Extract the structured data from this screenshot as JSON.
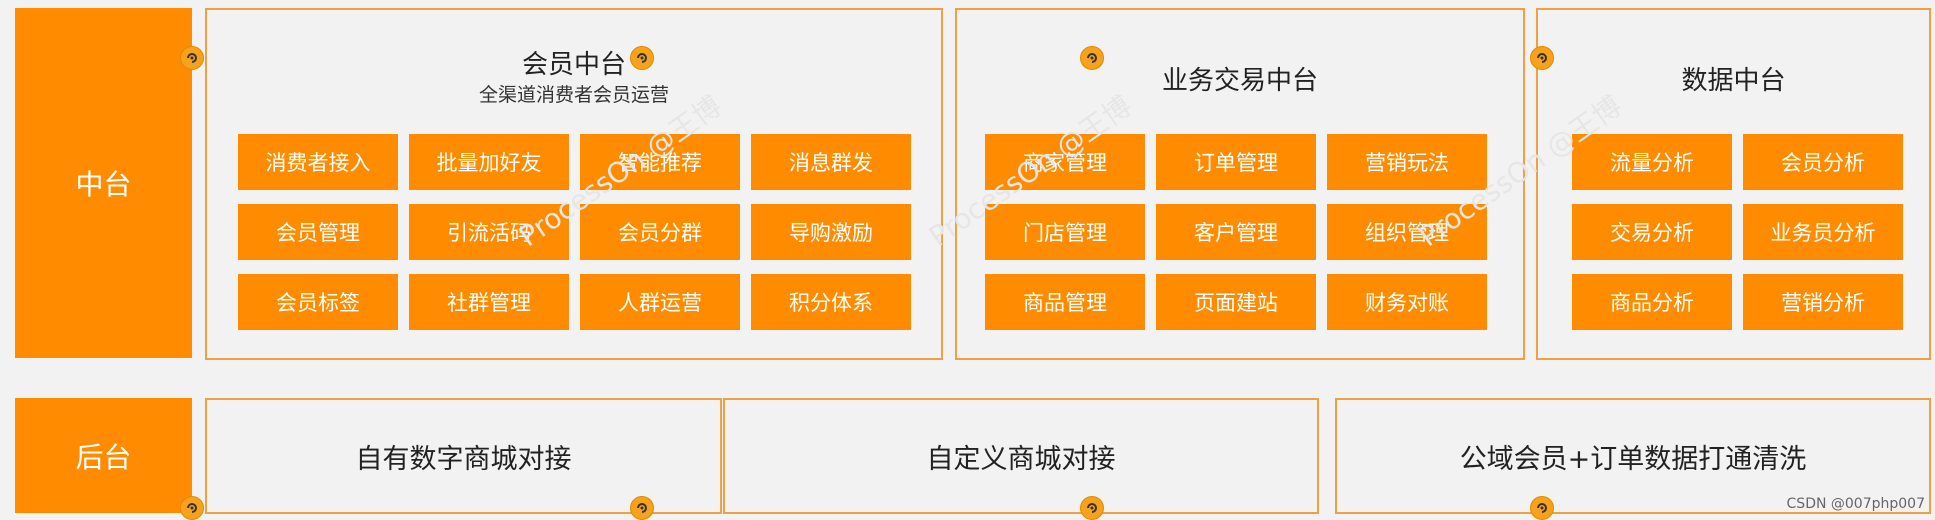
{
  "rows": {
    "middle": {
      "label": "中台"
    },
    "back": {
      "label": "后台"
    }
  },
  "panels": {
    "member": {
      "title": "会员中台",
      "subtitle": "全渠道消费者会员运营",
      "tiles": [
        "消费者接入",
        "批量加好友",
        "智能推荐",
        "消息群发",
        "会员管理",
        "引流活码",
        "会员分群",
        "导购激励",
        "会员标签",
        "社群管理",
        "人群运营",
        "积分体系"
      ]
    },
    "trade": {
      "title": "业务交易中台",
      "tiles": [
        "商家管理",
        "订单管理",
        "营销玩法",
        "门店管理",
        "客户管理",
        "组织管理",
        "商品管理",
        "页面建站",
        "财务对账"
      ]
    },
    "data": {
      "title": "数据中台",
      "tiles": [
        "流量分析",
        "会员分析",
        "交易分析",
        "业务员分析",
        "商品分析",
        "营销分析"
      ]
    }
  },
  "backend": {
    "mall_self": "自有数字商城对接",
    "mall_custom": "自定义商城对接",
    "public_cleanse": "公域会员+订单数据打通清洗"
  },
  "watermark_text": "ProcessOn @王博",
  "credit": "CSDN @007php007",
  "colors": {
    "accent": "#ff8c00",
    "border": "#f0a040",
    "background": "#f2f2f2"
  }
}
